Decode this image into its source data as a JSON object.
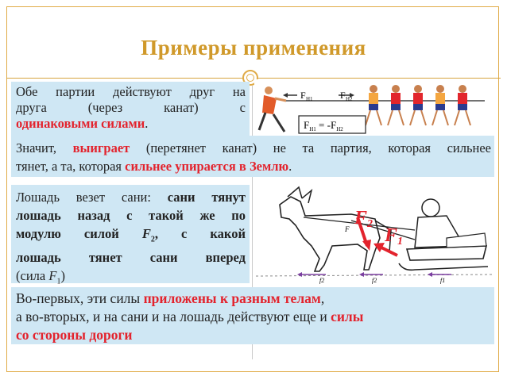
{
  "title": "Примеры применения",
  "block1": {
    "line1": "Обе партии действуют друг на",
    "line2": "друга (через канат) с",
    "line3_red": "одинаковыми силами",
    "line3_end": "."
  },
  "tug_image": {
    "label_fh1": "F",
    "sub_h1": "H1",
    "label_fh2": "F",
    "sub_h2": "H2",
    "equation": "F",
    "equation_sub1": "H1",
    "equation_mid": " = -F",
    "equation_sub2": "H2"
  },
  "block2": {
    "part1": "Значит, ",
    "red1": "выиграет",
    "part2": " (перетянет канат) не та партия, которая сильнее",
    "line2_start": "тянет, а та, которая ",
    "red2": "сильнее упирается в Землю",
    "line2_end": "."
  },
  "block3": {
    "line1_a": "Лошадь везет сани: ",
    "line1_b": "сани тянут",
    "line2": "лошадь назад с такой же по",
    "line3_a": "модулю силой ",
    "line3_f": "F",
    "line3_sub": "2",
    "line3_b": ", с какой",
    "line4": "лошадь тянет сани вперед",
    "line5_a": "(сила ",
    "line5_f": "F",
    "line5_sub": "1",
    "line5_b": ")"
  },
  "horse_image": {
    "f2_label": "F",
    "f2_sub": "2",
    "f1_label": "F",
    "f1_sub": "1",
    "small_f1": "F",
    "small_f2": "f2",
    "small_f2b": "f2",
    "small_f1b": "f1"
  },
  "block4": {
    "line1_a": "Во-первых, эти силы ",
    "line1_red": "приложены к разным телам",
    "line1_end": ",",
    "line2_a": "а во-вторых, и на сани и на лошадь действуют еще и ",
    "line2_red": "силы",
    "line3_red": "со стороны дороги"
  },
  "colors": {
    "accent": "#d0992a",
    "box": "#cfe7f4",
    "red": "#e3232d"
  }
}
